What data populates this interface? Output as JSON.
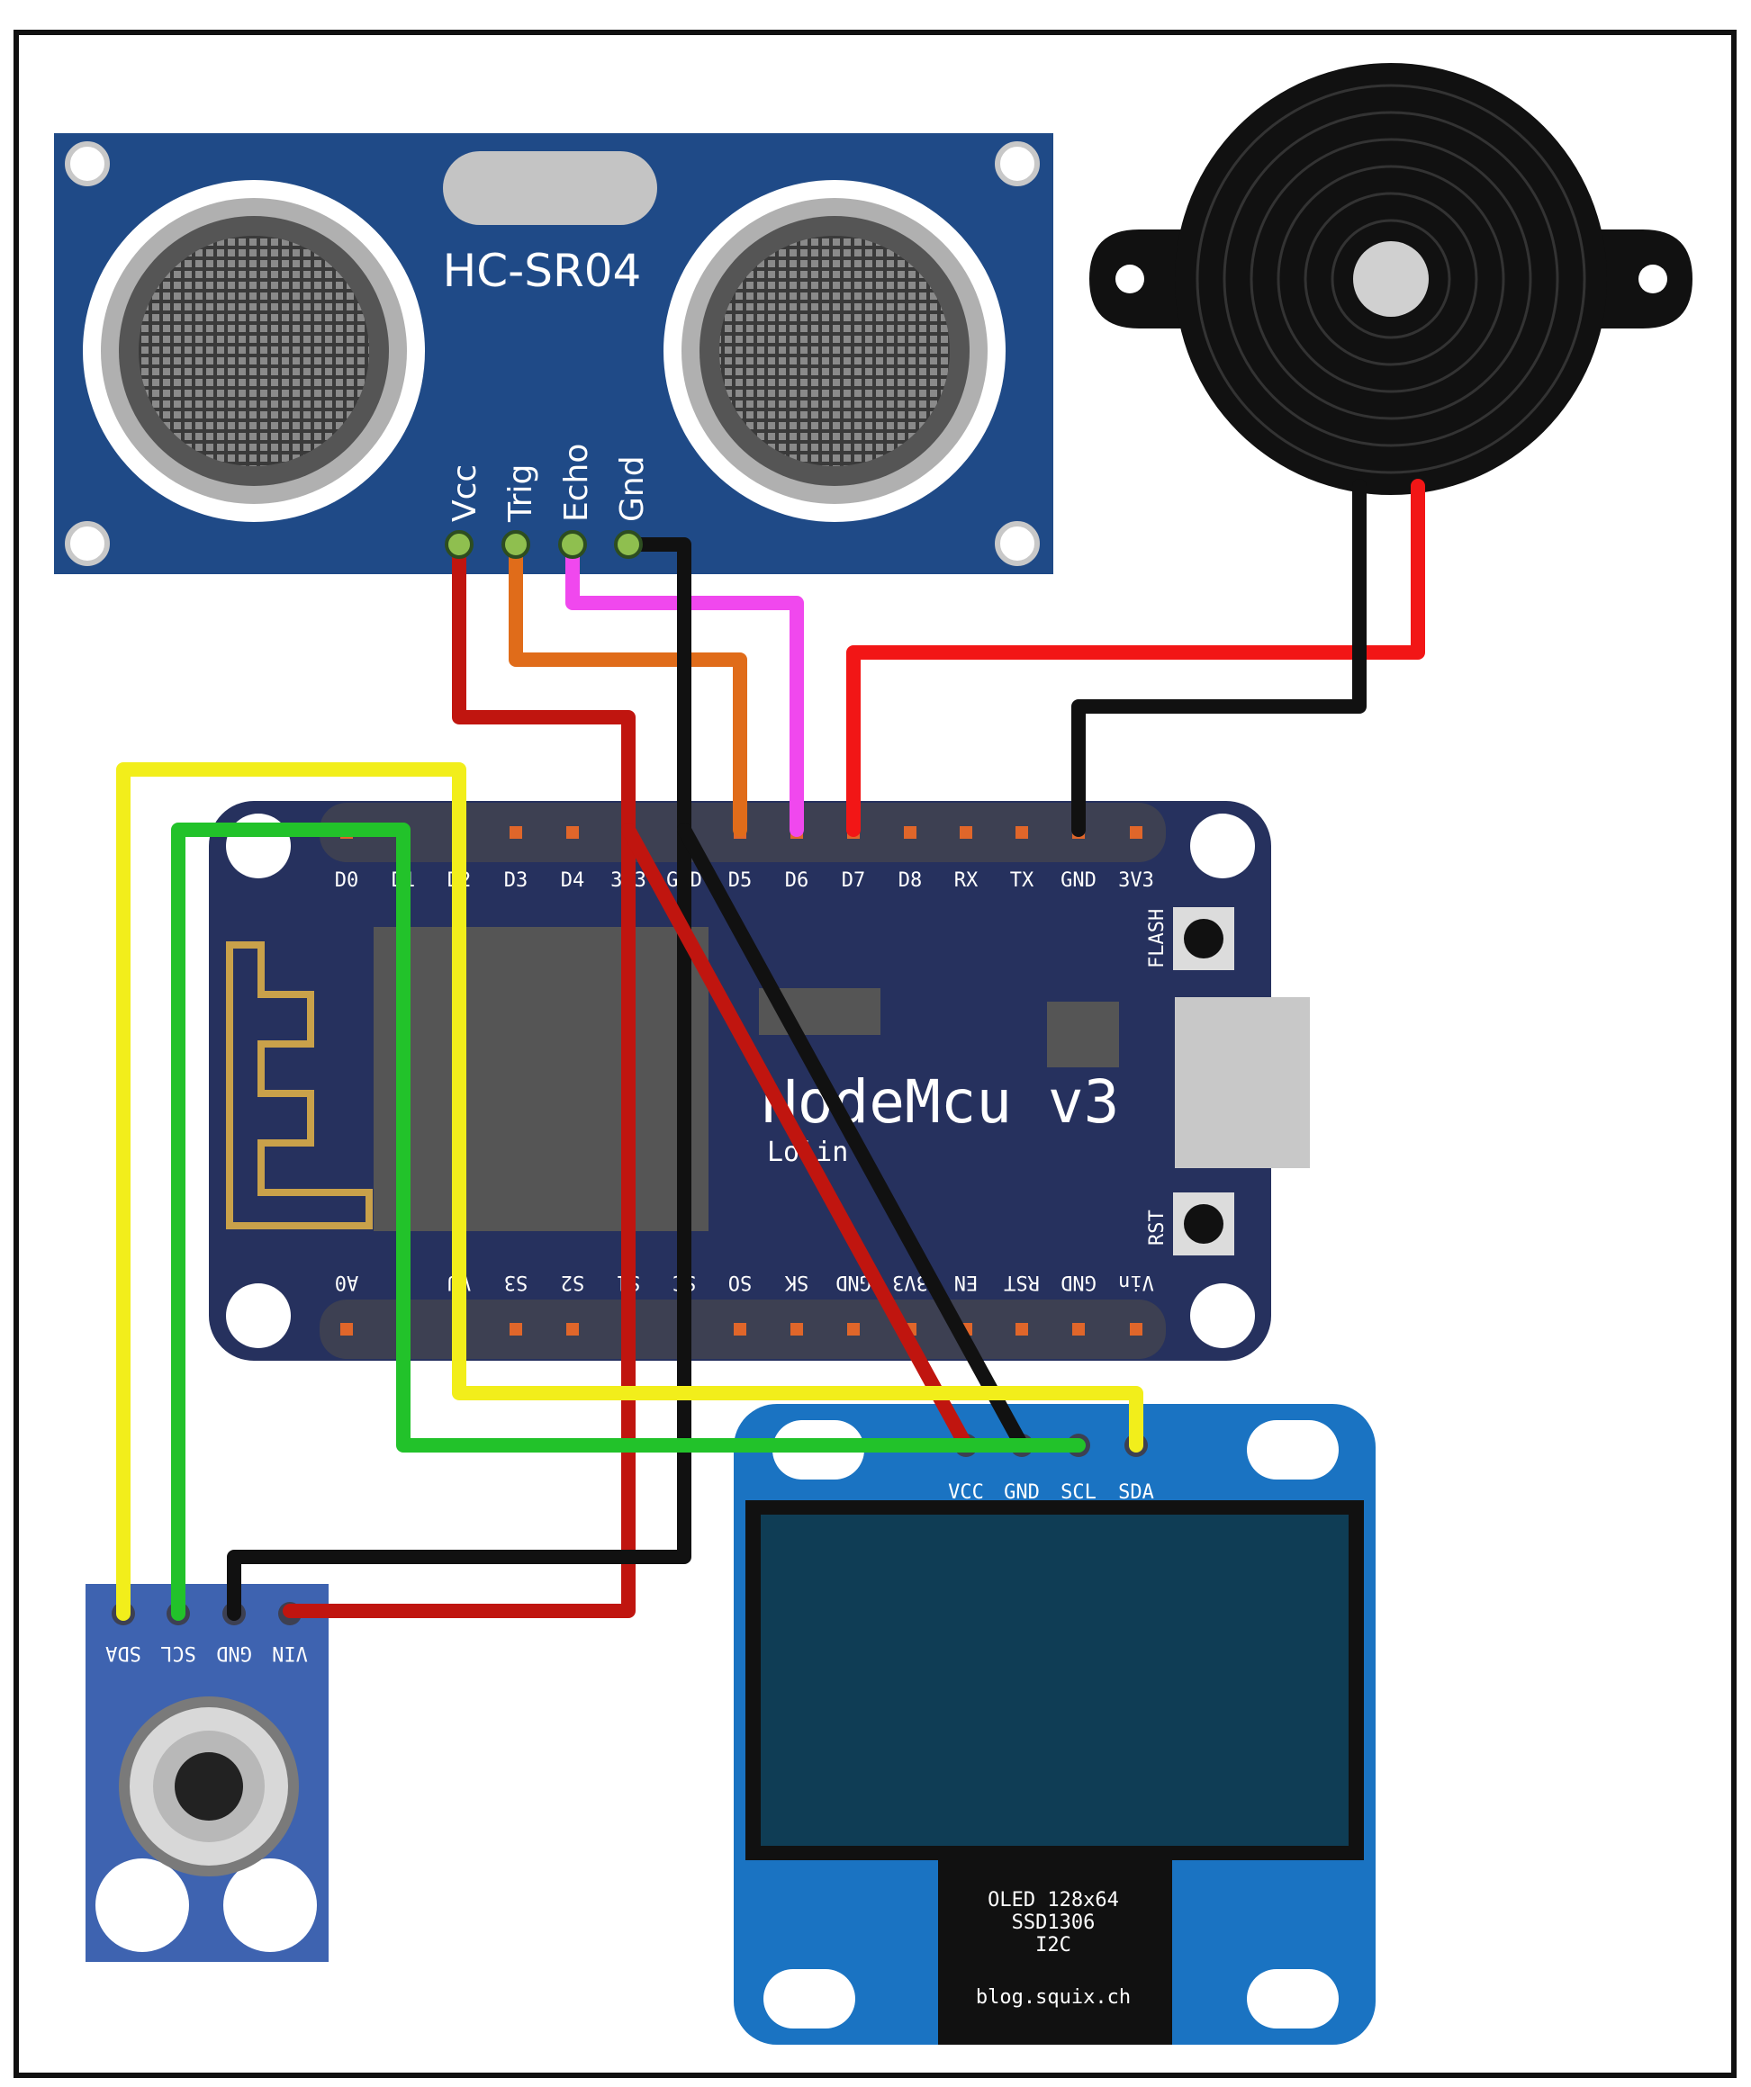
{
  "ultrasonic": {
    "name": "HC-SR04",
    "pins": [
      "Vcc",
      "Trig",
      "Echo",
      "Gnd"
    ]
  },
  "nodemcu": {
    "title": "NodeMcu v3",
    "subtitle": "Lolin",
    "top_pins": [
      "D0",
      "D1",
      "D2",
      "D3",
      "D4",
      "3V3",
      "GND",
      "D5",
      "D6",
      "D7",
      "D8",
      "RX",
      "TX",
      "GND",
      "3V3"
    ],
    "bottom_pins": [
      "A0",
      "G",
      "VU",
      "S3",
      "S2",
      "S1",
      "SC",
      "SO",
      "SK",
      "GND",
      "3V3",
      "EN",
      "RST",
      "GND",
      "Vin"
    ],
    "flash_label": "FLASH",
    "reset_label": "RST"
  },
  "oled": {
    "pins": [
      "VCC",
      "GND",
      "SCL",
      "SDA"
    ],
    "lines": [
      "OLED 128x64",
      "SSD1306",
      "I2C"
    ],
    "credit": "blog.squix.ch"
  },
  "ir_sensor": {
    "pins": [
      "SDA",
      "SCL",
      "GND",
      "VIN"
    ]
  },
  "colors": {
    "board_blue": "#1f4a87",
    "nodemcu_navy": "#26315e",
    "oled_blue": "#1a73c2",
    "ir_blue": "#3e63b0",
    "wire_red": "#c0150f",
    "wire_black": "#111111",
    "wire_yellow": "#f2ee1b",
    "wire_green": "#22c22a",
    "wire_orange": "#e06c1a",
    "wire_magenta": "#f048ee",
    "wire_bright_red": "#f21616"
  }
}
